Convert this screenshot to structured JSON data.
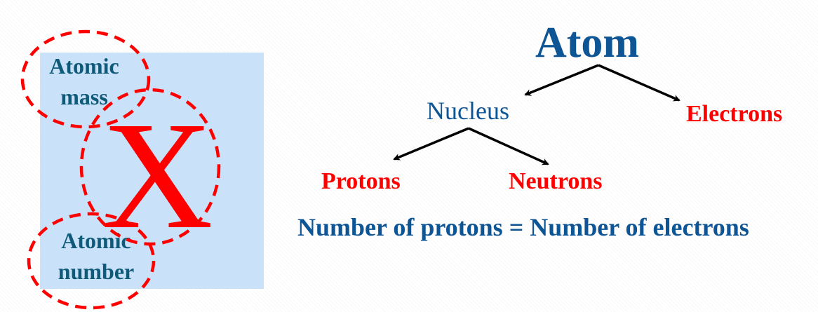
{
  "element_symbol": {
    "symbol": "X",
    "top_label_line1": "Atomic",
    "top_label_line2": "mass",
    "bottom_label_line1": "Atomic",
    "bottom_label_line2": "number"
  },
  "tree": {
    "root": "Atom",
    "children": [
      "Nucleus",
      "Electrons"
    ],
    "nucleus_children": [
      "Protons",
      "Neutrons"
    ]
  },
  "equation": "Number of protons = Number of electrons",
  "colors": {
    "box_fill": "#c9e1f9",
    "label_teal": "#0e5a78",
    "title_blue": "#0e5596",
    "red": "#ff0000",
    "arrow": "#000000"
  }
}
